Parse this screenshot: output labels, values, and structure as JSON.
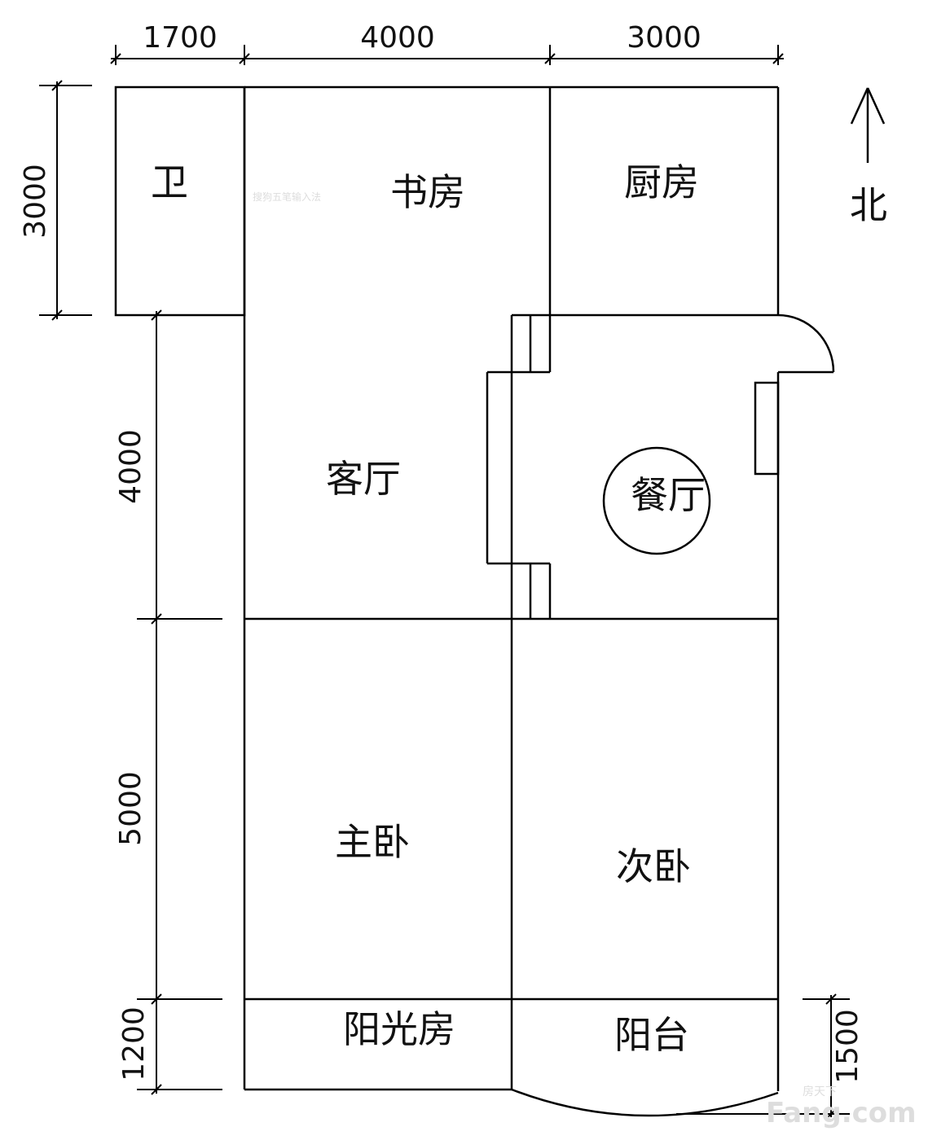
{
  "title": "Floor plan",
  "dimensions": {
    "top": [
      "1700",
      "4000",
      "3000"
    ],
    "left_outer": "3000",
    "left_inner": [
      "4000",
      "5000",
      "1200"
    ],
    "right": "1500"
  },
  "rooms": {
    "bathroom": "卫",
    "study": "书房",
    "kitchen": "厨房",
    "living_room": "客厅",
    "dining_room": "餐厅",
    "master_bedroom": "主卧",
    "second_bedroom": "次卧",
    "sunroom": "阳光房",
    "balcony": "阳台"
  },
  "north_label": "北",
  "watermarks": {
    "ime": "搜狗五笔输入法",
    "site_cn": "房天下",
    "site": "Fang.com"
  }
}
